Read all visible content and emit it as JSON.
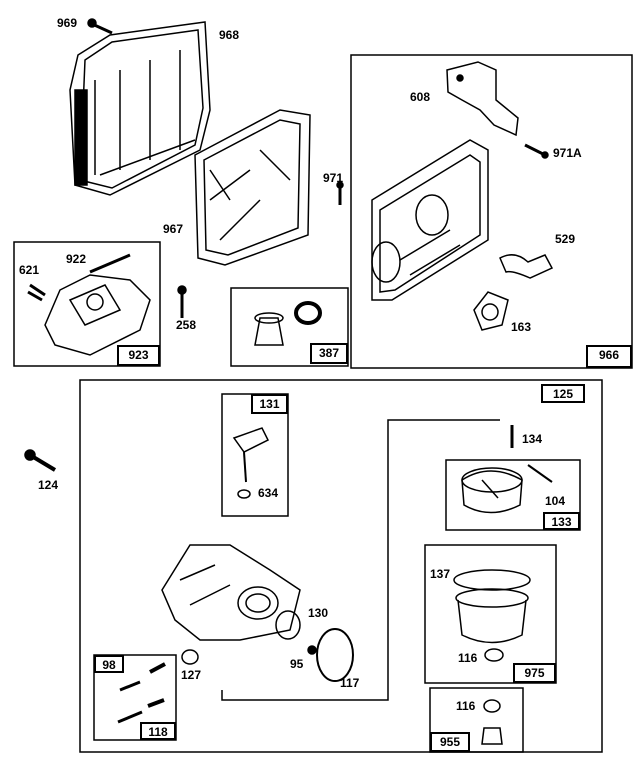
{
  "callouts": {
    "c969": "969",
    "c968": "968",
    "c608": "608",
    "c971a": "971A",
    "c971": "971",
    "c967": "967",
    "c529": "529",
    "c922": "922",
    "c621": "621",
    "c258": "258",
    "c163": "163",
    "c124": "124",
    "c134": "134",
    "c634": "634",
    "c104": "104",
    "c137": "137",
    "c130": "130",
    "c127": "127",
    "c95": "95",
    "c117": "117",
    "c116a": "116",
    "c116b": "116",
    "c98": "98"
  },
  "box_labels": {
    "b923": "923",
    "b387": "387",
    "b966": "966",
    "b131": "131",
    "b125": "125",
    "b133": "133",
    "b975": "975",
    "b118": "118",
    "b955": "955"
  },
  "colors": {
    "ink": "#000000",
    "paper": "#ffffff"
  }
}
